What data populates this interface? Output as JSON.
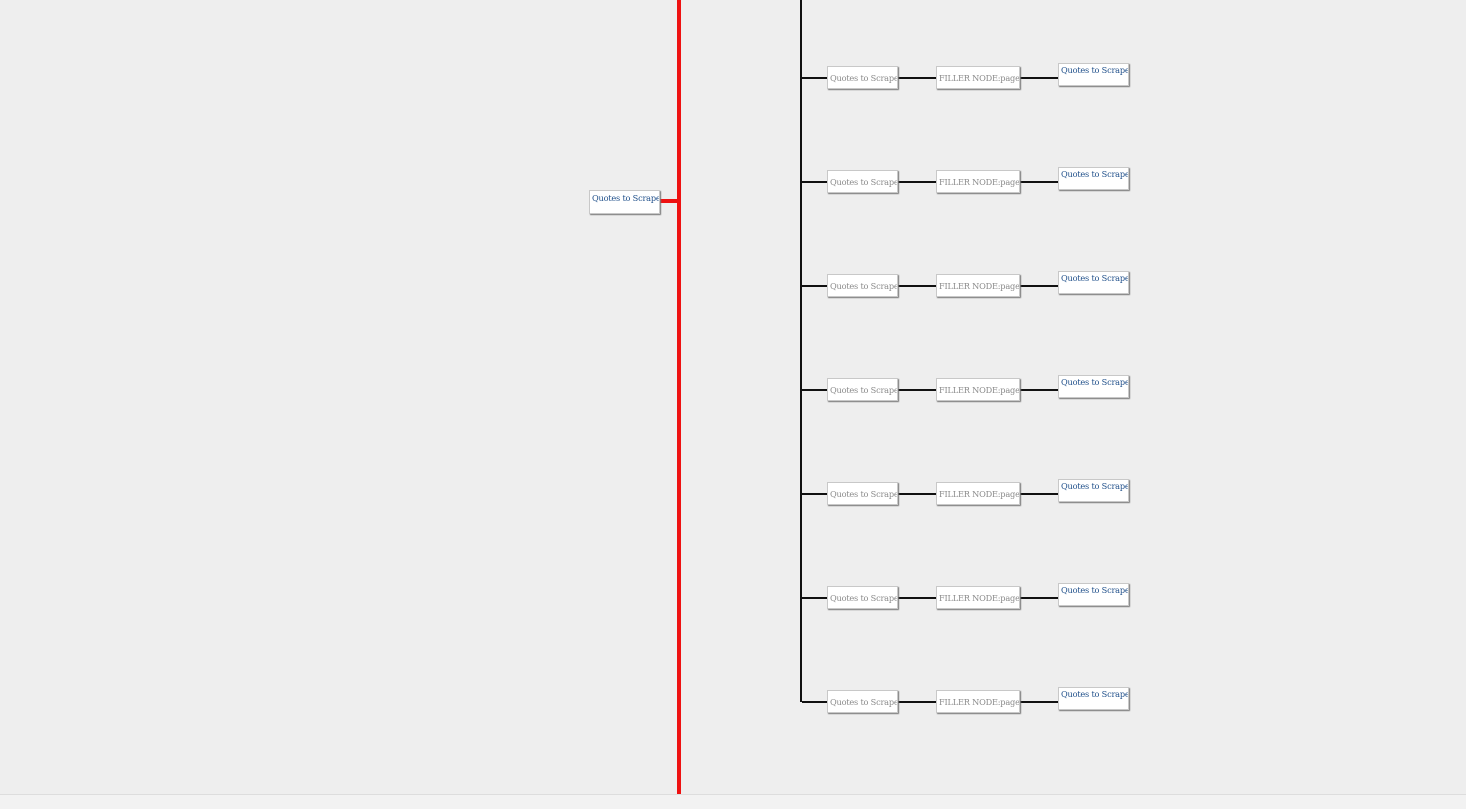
{
  "diagram": {
    "root_node": {
      "label": "Quotes to Scrape"
    },
    "rows": [
      {
        "node_a": "Quotes to Scrape",
        "node_b": "FILLER NODE:page",
        "node_c": "Quotes to Scrape"
      },
      {
        "node_a": "Quotes to Scrape",
        "node_b": "FILLER NODE:page",
        "node_c": "Quotes to Scrape"
      },
      {
        "node_a": "Quotes to Scrape",
        "node_b": "FILLER NODE:page",
        "node_c": "Quotes to Scrape"
      },
      {
        "node_a": "Quotes to Scrape",
        "node_b": "FILLER NODE:page",
        "node_c": "Quotes to Scrape"
      },
      {
        "node_a": "Quotes to Scrape",
        "node_b": "FILLER NODE:page",
        "node_c": "Quotes to Scrape"
      },
      {
        "node_a": "Quotes to Scrape",
        "node_b": "FILLER NODE:page",
        "node_c": "Quotes to Scrape"
      },
      {
        "node_a": "Quotes to Scrape",
        "node_b": "FILLER NODE:page",
        "node_c": "Quotes to Scrape"
      }
    ]
  },
  "colors": {
    "background": "#eeeeee",
    "highlight_connector": "#ee1111",
    "connector": "#111111",
    "link_text": "#1f4f8a",
    "muted_text": "#8a8a8a"
  }
}
